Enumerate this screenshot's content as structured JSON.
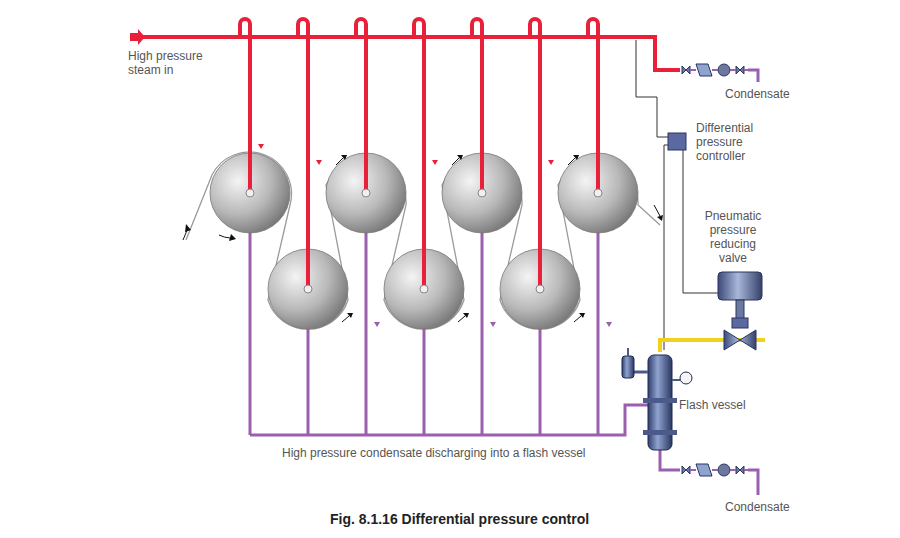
{
  "diagram": {
    "caption": "Fig. 8.1.16 Differential pressure control",
    "labels": [
      "High pressure steam in",
      "Condensate",
      "Differential pressure controller",
      "Pneumatic pressure reducing valve",
      "Flash vessel",
      "High pressure condensate discharging into a flash vessel",
      "Condensate"
    ]
  }
}
